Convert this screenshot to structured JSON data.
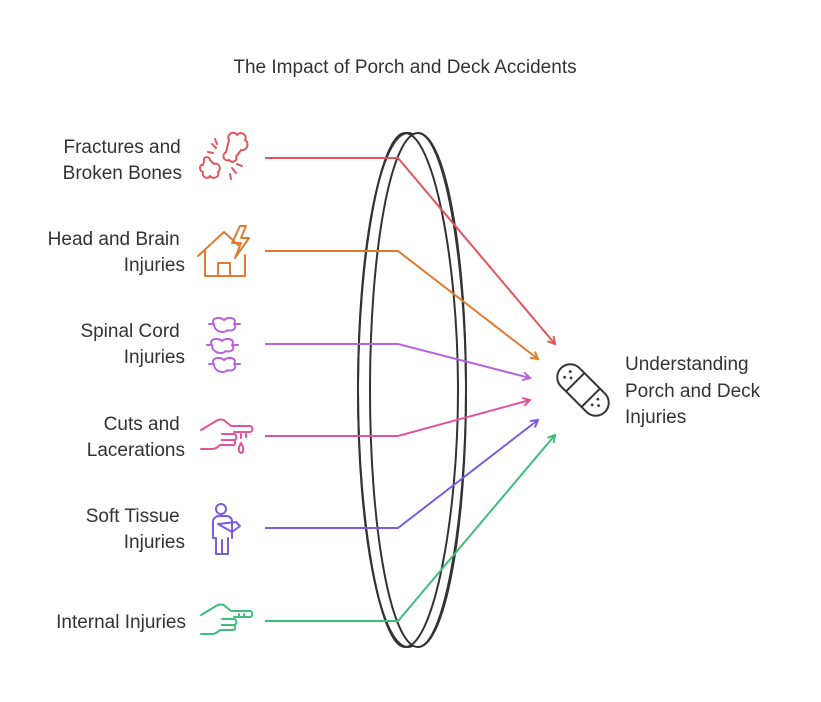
{
  "title": "The Impact of Porch and Deck Accidents",
  "target": {
    "lines": [
      "Understanding",
      "Porch and Deck",
      "Injuries"
    ],
    "icon": "bandage-icon",
    "color": "#333333"
  },
  "sources": [
    {
      "id": "fractures",
      "lines": [
        "Fractures and",
        "Broken Bones"
      ],
      "icon": "broken-bone-icon",
      "color": "#E0565B"
    },
    {
      "id": "head-brain",
      "lines": [
        "Head and Brain",
        "Injuries"
      ],
      "icon": "house-lightning-icon",
      "color": "#E07B30"
    },
    {
      "id": "spinal-cord",
      "lines": [
        "Spinal Cord",
        "Injuries"
      ],
      "icon": "spine-icon",
      "color": "#B763E0"
    },
    {
      "id": "cuts",
      "lines": [
        "Cuts and",
        "Lacerations"
      ],
      "icon": "bleeding-hand-icon",
      "color": "#E0529B"
    },
    {
      "id": "soft-tissue",
      "lines": [
        "Soft Tissue",
        "Injuries"
      ],
      "icon": "person-sling-icon",
      "color": "#7B5CE0"
    },
    {
      "id": "internal",
      "lines": [
        "Internal Injuries"
      ],
      "icon": "pointing-hand-icon",
      "color": "#3DBE7A"
    }
  ]
}
